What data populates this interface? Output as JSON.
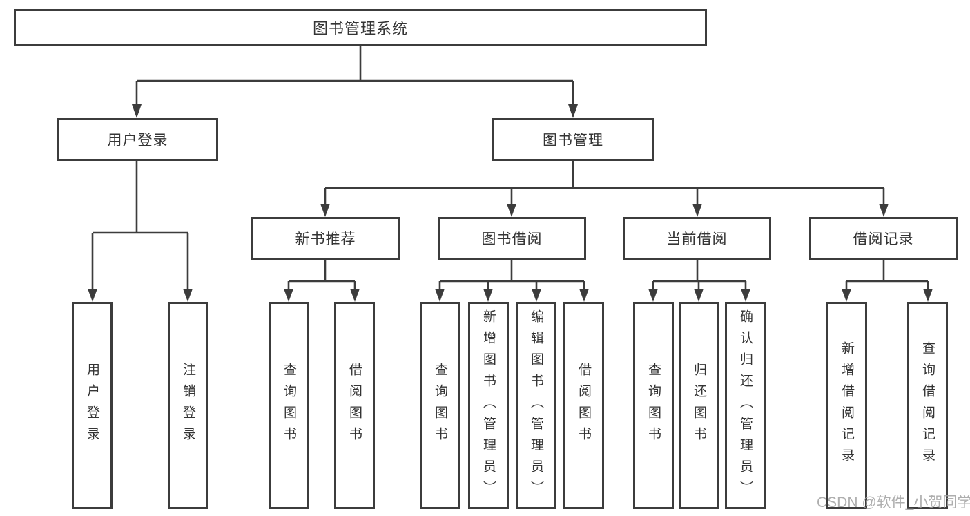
{
  "title": "图书管理系统",
  "level2": {
    "user_login": "用户登录",
    "book_mgmt": "图书管理"
  },
  "level3": {
    "new_book": "新书推荐",
    "book_borrow": "图书借阅",
    "current_borrow": "当前借阅",
    "borrow_record": "借阅记录"
  },
  "leaves": {
    "user_login": "用户登录",
    "logout": "注销登录",
    "nb_query": "查询图书",
    "nb_borrow": "借阅图书",
    "bb_query": "查询图书",
    "bb_add": "新增图书（管理员）",
    "bb_edit": "编辑图书（管理员）",
    "bb_borrow": "借阅图书",
    "cb_query": "查询图书",
    "cb_return": "归还图书",
    "cb_confirm": "确认归还（管理员）",
    "br_add": "新增借阅记录",
    "br_query": "查询借阅记录"
  },
  "watermark": "CSDN @软件_小贺同学",
  "colors": {
    "line": "#3c3c3c",
    "text": "#343434",
    "box_fill": "#ffffff",
    "watermark": "#a0a0a0",
    "background": "#ffffff"
  }
}
